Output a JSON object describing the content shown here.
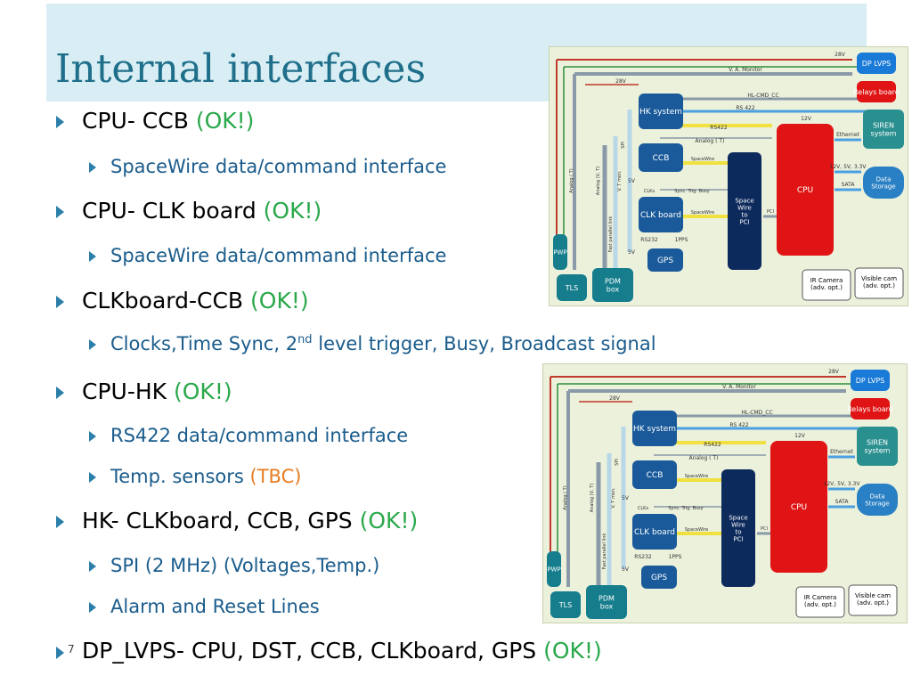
{
  "slide": {
    "title": "Internal interfaces",
    "page_number": "7"
  },
  "bullets": [
    {
      "text": "CPU- CCB ",
      "status": "(OK!)"
    },
    {
      "text": "SpaceWire  data/command interface"
    },
    {
      "text": "CPU- CLK board ",
      "status": "(OK!)"
    },
    {
      "text": "SpaceWire  data/command interface"
    },
    {
      "text": "CLKboard-CCB ",
      "status": "(OK!)"
    },
    {
      "pre": "Clocks,Time Sync, 2",
      "sup": "nd",
      "post": " level trigger, Busy,  Broadcast signal"
    },
    {
      "text": "CPU-HK ",
      "status": "(OK!)"
    },
    {
      "text": "RS422 data/command interface"
    },
    {
      "text": "Temp. sensors ",
      "status": "(TBC)"
    },
    {
      "text": "HK- CLKboard, CCB, GPS ",
      "status": "(OK!)"
    },
    {
      "text": "SPI (2 MHz) (Voltages,Temp.)"
    },
    {
      "text": "Alarm and Reset Lines"
    },
    {
      "text": "DP_LVPS- CPU, DST, CCB, CLKboard, GPS ",
      "status": "(OK!)"
    }
  ],
  "diagram": {
    "dp_lvps": "DP LVPS",
    "relays": "Relays board",
    "hk": "HK system",
    "ccb": "CCB",
    "clk": "CLK board",
    "gps": "GPS",
    "spacewire": "Space Wire to PCI",
    "cpu": "CPU",
    "siren": "SIREN system",
    "data_storage": "Data Storage",
    "pwp": "PWP",
    "tls": "TLS",
    "pdm": "PDM box",
    "ir_camera": "IR Camera (adv. opt.)",
    "visible_cam": "Visible cam (adv. opt.)",
    "lbl_28v": "28V",
    "lbl_va_monitor": "V. A. Monitor",
    "lbl_hlcmd": "HL-CMD_CC",
    "lbl_rs422_top": "RS 422",
    "lbl_rs422": "RS422",
    "lbl_12v": "12V",
    "lbl_analog": "Analog ( T)",
    "lbl_ethernet": "Ethernet",
    "lbl_spacewire_small": "SpaceWire",
    "lbl_clks": "CLKs",
    "lbl_sync": "Sync. Trig. Busy",
    "lbl_rs232": "RS232",
    "lbl_1pps": "1PPS",
    "lbl_5v": "5V",
    "lbl_volts": "12V, 5V, 3.3V",
    "lbl_sata": "SATA",
    "lbl_pci": "PCI",
    "lbl_spi": "SPI",
    "lbl_vtmon": "V. T mon.",
    "lbl_analog_v": "Analog ( T)",
    "lbl_analog_vt": "Analog (V, T)",
    "lbl_fast_parallel": "Fast parallel link"
  },
  "colors": {
    "title": "#1f6f8b",
    "title_band": "#d8eef4",
    "ok": "#2aa84a",
    "tbc": "#e77d22",
    "bullet_arrow": "#2b7fa8",
    "sub_text": "#1a5c8c",
    "diagram_bg": "#ecf1dc",
    "block_blue": "#1a5a9a",
    "block_teal": "#157d8c",
    "block_cpu_top": "#e81616",
    "block_cpu_bottom": "#1a6aaa",
    "block_red": "#e01414",
    "block_navy": "#0d2a5c",
    "block_sky": "#1a7ad8",
    "block_siren": "#2a8f8f",
    "block_storage": "#2a80c4"
  }
}
